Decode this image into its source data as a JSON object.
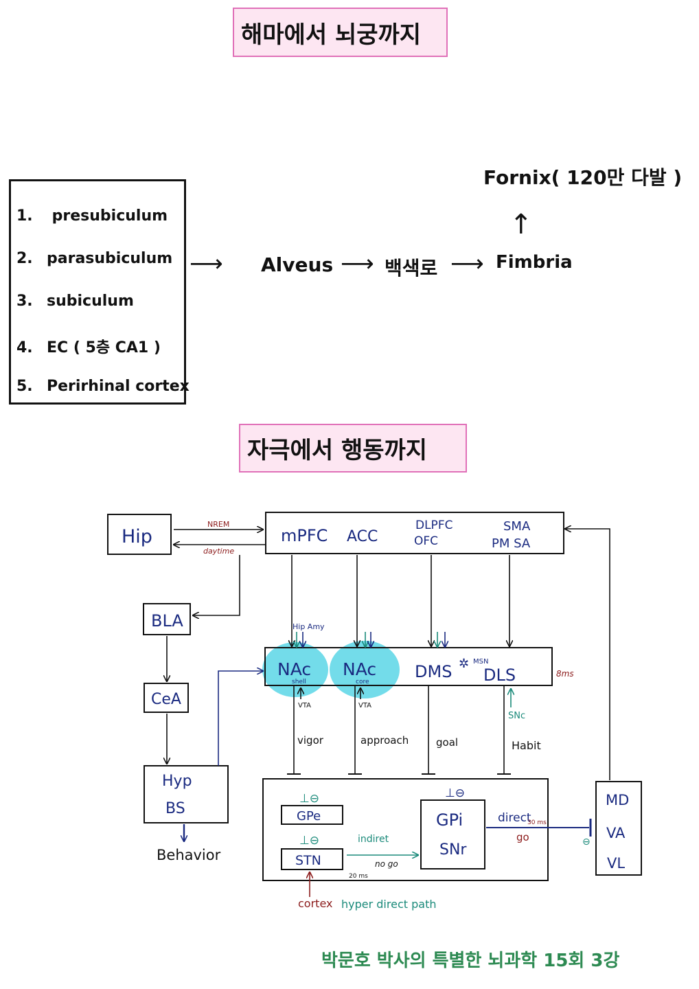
{
  "titles": {
    "top": "해마에서 뇌궁까지",
    "middle": "자극에서 행동까지"
  },
  "pathway": {
    "items": [
      {
        "num": "1.",
        "label": " presubiculum"
      },
      {
        "num": "2.",
        "label": "parasubiculum"
      },
      {
        "num": "3.",
        "label": "subiculum"
      },
      {
        "num": "4.",
        "label": "EC ( 5층 CA1 )"
      },
      {
        "num": "5.",
        "label": "Perirhinal cortex"
      }
    ],
    "alveus": "Alveus",
    "white_matter": "백색로",
    "fimbria": "Fimbria",
    "fornix": "Fornix( 120만 다발 )",
    "arrow_right": "⟶",
    "arrow_up": "↑"
  },
  "diagram": {
    "hip": "Hip",
    "nrem": "NREM",
    "daytime": "daytime",
    "mpfc": "mPFC",
    "acc": "ACC",
    "dlpfc": "DLPFC",
    "ofc": "OFC",
    "sma": "SMA",
    "pm_sa": "PM  SA",
    "bla": "BLA",
    "cea": "CeA",
    "hyp": "Hyp",
    "bs": "BS",
    "behavior": "Behavior",
    "hip_amy": "Hip Amy",
    "nac_main_1": "NAc",
    "nac_sub_shell": "shell",
    "nac_main_2": "NAc",
    "nac_sub_core": "core",
    "dms": "DMS",
    "msn": "MSN",
    "dls": "DLS",
    "eight_ms": "8ms",
    "vta_1": "VTA",
    "vta_2": "VTA",
    "snc": "SNc",
    "vigor": "vigor",
    "approach": "approach",
    "goal": "goal",
    "habit": "Habit",
    "gpe": "GPe",
    "stn": "STN",
    "gpi": "GPi",
    "snr": "SNr",
    "inhibit_1": "⊥⊖",
    "inhibit_2": "⊥⊖",
    "inhibit_3": "⊥⊖",
    "inhibit_4": "⊖",
    "indirect": "indiret",
    "no_go": "no go",
    "twenty_ms": "20 ms",
    "direct": "direct",
    "thirty_ms": "30 ms",
    "go": "go",
    "md": "MD",
    "va": "VA",
    "vl": "VL",
    "cortex": "cortex",
    "hyperdirect": "hyper direct path"
  },
  "footer": "박문호 박사의 특별한 뇌과학 15회 3강",
  "colors": {
    "title_bg": "#fde6f2",
    "title_border": "#e070b8",
    "nac_highlight": "#5ad6e6",
    "dark_red": "#8b1a1a",
    "navy": "#1a2a80",
    "teal": "#1a8a7a",
    "footer": "#2d8a52"
  }
}
